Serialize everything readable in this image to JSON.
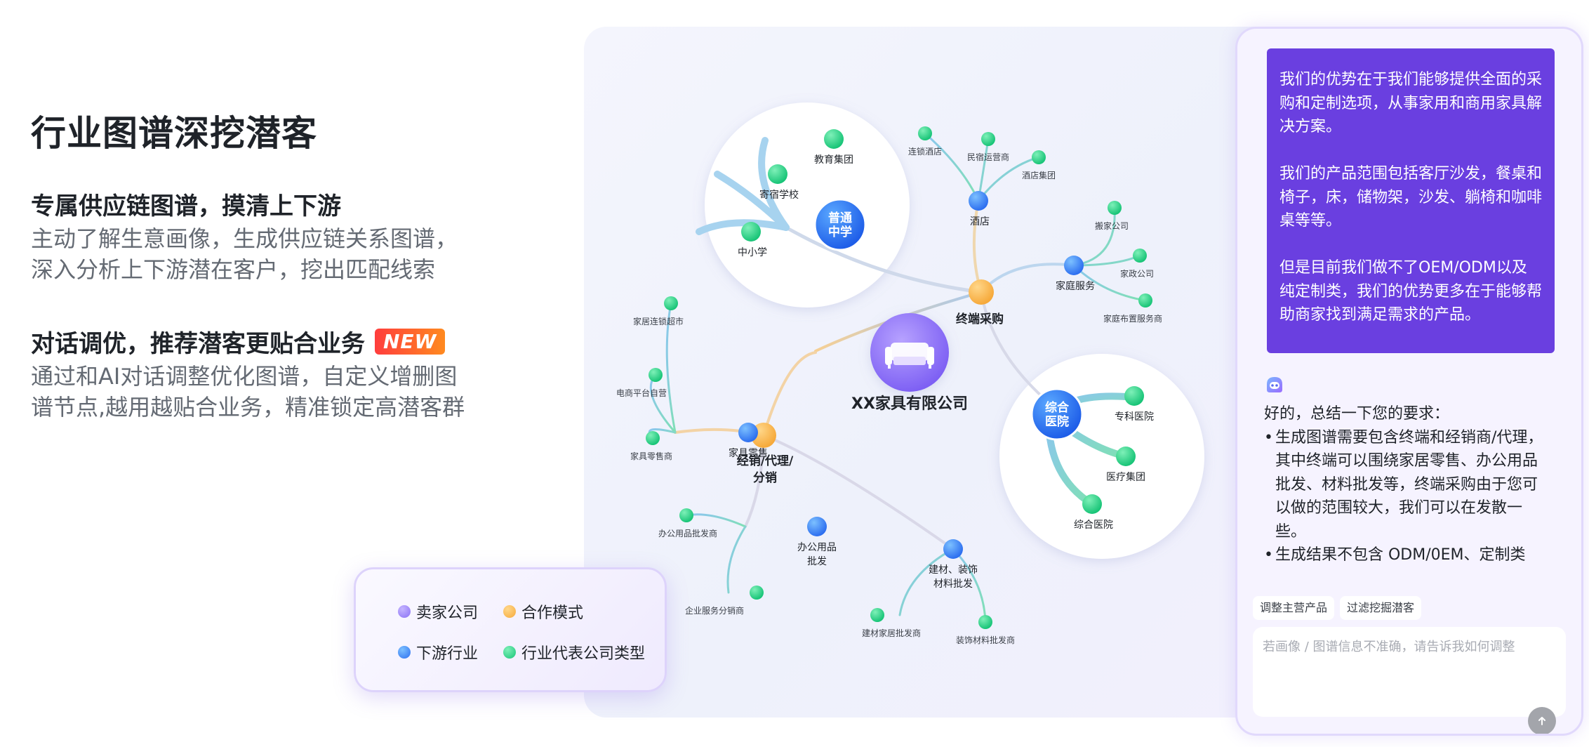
{
  "left": {
    "title": "行业图谱深挖潜客",
    "section1": {
      "title": "专属供应链图谱，摸清上下游",
      "lines": [
        "主动了解生意画像，生成供应链关系图谱，",
        "深入分析上下游潜在客户，挖出匹配线索"
      ]
    },
    "section2": {
      "title": "对话调优，推荐潜客更贴合业务",
      "badge": "NEW",
      "lines": [
        "通过和AI对话调整优化图谱，自定义增删图",
        "谱节点,越用越贴合业务，精准锁定高潜客群"
      ]
    }
  },
  "graph": {
    "center": "XX家具有限公司",
    "mode_terminal": "终端采购",
    "mode_dist_line1": "经销/代理/",
    "mode_dist_line2": "分销",
    "industries": {
      "hotel": "酒店",
      "home_service": "家庭服务",
      "furniture_retail": "家具零售",
      "office_l1": "办公用品",
      "office_l2": "批发",
      "build_l1": "建材、装饰",
      "build_l2": "材料批发",
      "school_l1": "普通",
      "school_l2": "中学",
      "hospital_l1": "综合",
      "hospital_l2": "医院"
    },
    "types": {
      "edu_group": "教育集团",
      "boarding": "寄宿学校",
      "middle": "中小学",
      "chain_hotel": "连锁酒店",
      "bnb": "民宿运营商",
      "hotel_group": "酒店集团",
      "moving": "搬家公司",
      "housekeeping": "家政公司",
      "home_layout": "家庭布置服务商",
      "specialty_hosp": "专科医院",
      "medical_group": "医疗集团",
      "general_hosp": "综合医院",
      "home_chain": "家居连锁超市",
      "ecommerce": "电商平台自营",
      "furniture_retailer": "家具零售商",
      "office_wholesaler": "办公用品批发商",
      "enterprise_dist": "企业服务分销商",
      "building_wholesaler": "建材家居批发商",
      "decoration_wholesaler": "装饰材料批发商"
    }
  },
  "legend": {
    "seller": "卖家公司",
    "mode": "合作模式",
    "industry": "下游行业",
    "company_type": "行业代表公司类型"
  },
  "chat": {
    "bubble": [
      "我们的优势在于我们能够提供全面的采购和定制选项，从事家用和商用家具解决方案。",
      "我们的产品范围包括客厅沙发，餐桌和椅子，床，储物架，沙发、躺椅和咖啡桌等等。",
      "但是目前我们做不了OEM/ODM以及纯定制类，我们的优势更多在于能够帮助商家找到满足需求的产品。"
    ],
    "reply_intro": "好的，总结一下您的要求：",
    "reply_b1": "生成图谱需要包含终端和经销商/代理，其中终端可以围绕家居零售、办公用品批发、材料批发等，终端采购由于您可以做的范围较大，我们可以在发散一些。",
    "reply_b2": "生成结果不包含 ODM/0EM、定制类",
    "chip1": "调整主营产品",
    "chip2": "过滤挖掘潜客",
    "input_placeholder": "若画像 / 图谱信息不准确，请告诉我如何调整"
  }
}
